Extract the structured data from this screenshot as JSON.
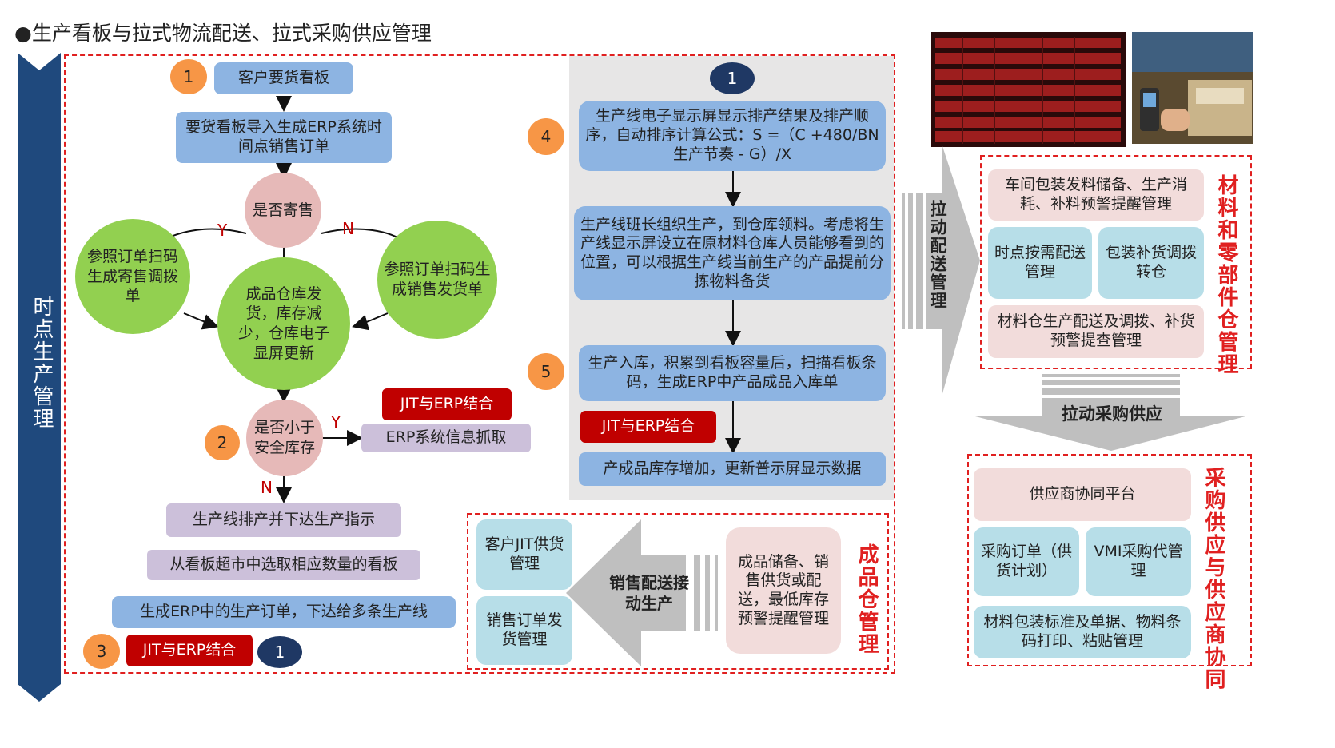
{
  "title": "●生产看板与拉式物流配送、拉式采购供应管理",
  "left_banner": "时点生产管理",
  "labels": {
    "y": "Y",
    "n": "N"
  },
  "badges": [
    "1",
    "4",
    "5",
    "2",
    "3"
  ],
  "left_flow": {
    "customer_kanban": "客户要货看板",
    "import_erp": "要货看板导入生成ERP系统时间点销售订单",
    "consign_q": "是否寄售",
    "ref_consign": "参照订单扫码生成寄售调拨单",
    "ref_sales": "参照订单扫码生成销售发货单",
    "fg_ship": "成品仓库发货，库存减少，仓库电子显屏更新",
    "safety_q": "是否小于安全库存",
    "jit1": "JIT与ERP结合",
    "erp_grab": "ERP系统信息抓取",
    "schedule": "生产线排产并下达生产指示",
    "select_kanban": "从看板超市中选取相应数量的看板",
    "gen_order": "生成ERP中的生产订单，下达给多条生产线",
    "jit3": "JIT与ERP结合",
    "circle1": "1"
  },
  "mid_flow": {
    "circle1": "1",
    "display": "生产线电子显示屏显示排产结果及排产顺序，自动排序计算公式：S =（C +480/BN生产节奏 - G）/X",
    "team": "生产线班长组织生产，到仓库领料。考虑将生产线显示屏设立在原材料仓库人员能够看到的位置，可以根据生产线当前生产的产品提前分拣物料备货",
    "storage": "生产入库，积累到看板容量后，扫描看板条码，生成ERP中产品成品入库单",
    "jit": "JIT与ERP结合",
    "increase": "产成品库存增加，更新普示屏显示数据"
  },
  "fg_warehouse": {
    "customer_jit": "客户JIT供货管理",
    "sales_order": "销售订单发货管理",
    "arrow_label": "销售配送接动生产",
    "storage_box": "成品储备、销售供货或配送，最低库存预警提醒管理",
    "side": "成品仓管理"
  },
  "pull_delivery": "拉动配送管理",
  "material_wh": {
    "b1": "车间包装发料储备、生产消耗、补料预警提醒管理",
    "b2": "时点按需配送管理",
    "b3": "包装补货调拨转仓",
    "b4": "材料仓生产配送及调拨、补货预警提查管理",
    "side": "材料和零部件仓管理"
  },
  "pull_purchase": "拉动采购供应",
  "supplier": {
    "b1": "供应商协同平台",
    "b2": "采购订单（供货计划）",
    "b3": "VMI采购代管理",
    "b4": "材料包装标准及单据、物料条码打印、粘贴管理",
    "side": "采购供应与供应商协同"
  },
  "colors": {
    "navy": "#1F497D",
    "blue_box": "#8DB4E2",
    "green": "#92D050",
    "orange": "#F79646",
    "red": "#C00000",
    "dashed_red": "#E02020"
  }
}
